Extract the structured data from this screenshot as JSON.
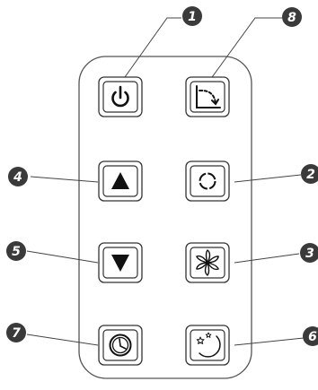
{
  "remote": {
    "buttons": [
      {
        "id": "power",
        "icon": "power-icon",
        "callout": "1"
      },
      {
        "id": "swing",
        "icon": "swing-icon",
        "callout": "8"
      },
      {
        "id": "up",
        "icon": "up-arrow-icon",
        "callout": "4"
      },
      {
        "id": "mode",
        "icon": "circle-mode-icon",
        "callout": "2"
      },
      {
        "id": "down",
        "icon": "down-arrow-icon",
        "callout": "5"
      },
      {
        "id": "fan",
        "icon": "fan-icon",
        "callout": "3"
      },
      {
        "id": "timer",
        "icon": "timer-clock-icon",
        "callout": "7"
      },
      {
        "id": "sleep",
        "icon": "sleep-moon-icon",
        "callout": "6"
      }
    ]
  },
  "colors": {
    "line": "#333333",
    "badge_fill": "#3a3a3a",
    "badge_text": "#ffffff",
    "body_outline": "#555555"
  }
}
